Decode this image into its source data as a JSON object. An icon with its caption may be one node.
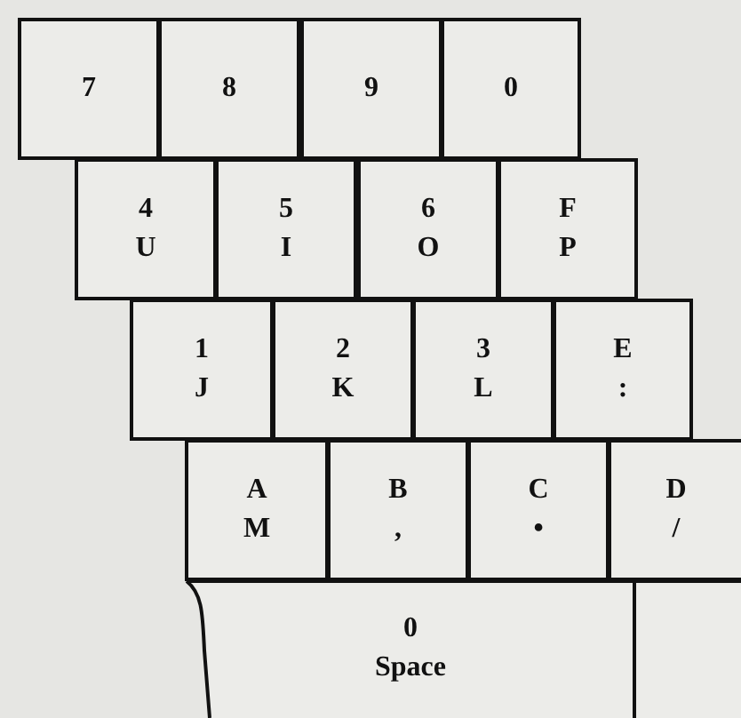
{
  "diagram": {
    "nodes": [
      {
        "text": [
          "7"
        ]
      },
      {
        "text": [
          "8"
        ]
      },
      {
        "text": [
          "9"
        ]
      },
      {
        "text": [
          "0"
        ]
      },
      {
        "text": [
          "4",
          "U"
        ]
      },
      {
        "text": [
          "5",
          "I"
        ]
      },
      {
        "text": [
          "6",
          "O"
        ]
      },
      {
        "text": [
          "F",
          "P"
        ]
      },
      {
        "text": [
          "1",
          "J"
        ]
      },
      {
        "text": [
          "2",
          "K"
        ]
      },
      {
        "text": [
          "3",
          "L"
        ]
      },
      {
        "text": [
          "E",
          ":"
        ]
      },
      {
        "text": [
          "A",
          "M"
        ]
      },
      {
        "text": [
          "B",
          ","
        ]
      },
      {
        "text": [
          "C",
          "•"
        ]
      },
      {
        "text": [
          "D",
          "/"
        ]
      },
      {
        "text": [
          "0",
          "Space"
        ]
      },
      {
        "text": [],
        "shape": "box"
      }
    ]
  }
}
